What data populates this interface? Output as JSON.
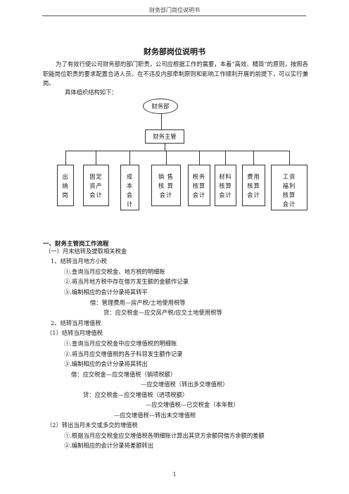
{
  "header": {
    "text": "财务部门岗位说明书"
  },
  "title": "财务部岗位说明书",
  "intro": "为了有效行使公司财务部的部门职责，公司应根据工作的需要，本着“高效、精简”的原则，按照各职能岗位职责的要求配置合适人员。在不违反内部牵制原则和影响工作顺利开展的前提下，可以实行兼岗。",
  "structure_label": "具体组织结构如下：",
  "org": {
    "root": "财务部",
    "head": "财务主管",
    "leaves": [
      "出\n纳\n岗",
      "固定\n资产\n会计",
      "成\n本\n会\n计",
      "销 售\n核 算\n会计",
      "税务\n核算\n会计",
      "材料\n核算\n会计",
      "费用\n核算\n会计",
      "工资\n福利\n核算\n会计"
    ]
  },
  "section": {
    "title": "一、财务主管岗工作流程",
    "lines": [
      "（一）月末结转及提取相关税金",
      "1、结转当月地方小税",
      "①.查询当月应交税金、地方税的明细账",
      "②.将当月地方税中存在借方发生额的金额作记录",
      "③.编制相应的会计分录将其转平",
      "借：管理费用—房产税/土地使用税等",
      "贷：应交税金—应交房产税/应交土地使用税等",
      "2、结转当月增值税",
      "（1）结转当月增值税",
      "①.查询当月应交税金中应交增值税的明细账",
      "②.将当月应交增值税的各子科目发生额作记录",
      "③.编制相应的会计分录将其转出",
      "借：应交税金—应交增值税（销项税额）",
      "—应交增值税（转出多交增值税）",
      "贷：应交税金—应交增值税（进项税额）",
      "—应交增值税—已交税金（本年数）",
      "—应交增值税—转出未交增值税",
      "（2）转出当月未交或多交的增值税",
      "①.根据当月应交税金应交增值税各明细账计算出其贷方余额同借方余额的差额",
      "②.编制相应的会计分录将差额转出"
    ]
  },
  "page_number": "1"
}
